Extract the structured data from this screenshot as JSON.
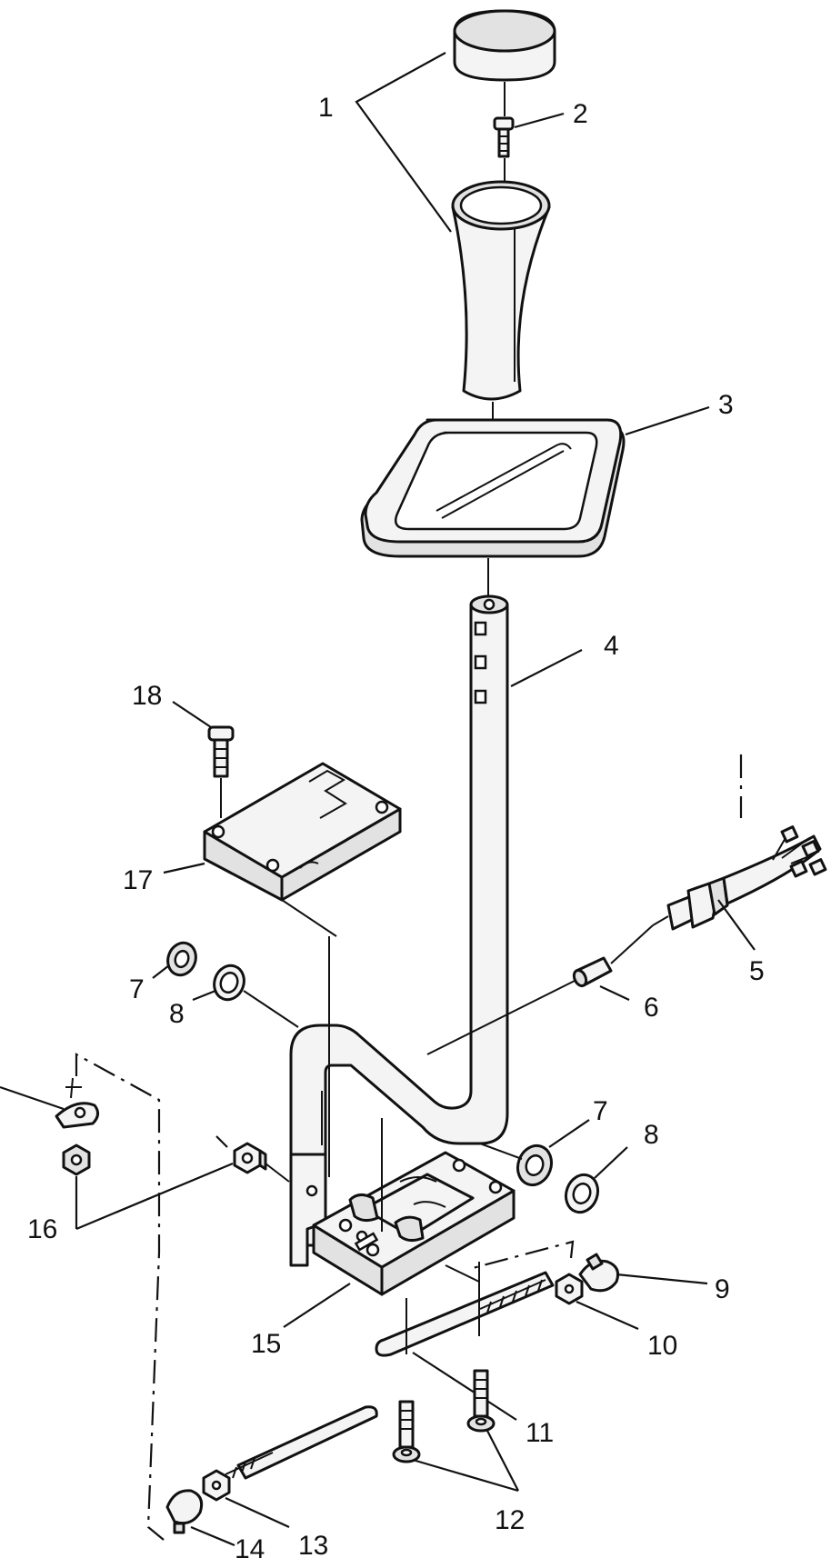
{
  "callouts": {
    "c1": "1",
    "c2": "2",
    "c3": "3",
    "c4": "4",
    "c5": "5",
    "c6": "6",
    "c7a": "7",
    "c7b": "7",
    "c8a": "8",
    "c8b": "8",
    "c9": "9",
    "c10": "10",
    "c11": "11",
    "c12": "12",
    "c13": "13",
    "c14": "14",
    "c15": "15",
    "c16": "16",
    "c17": "17",
    "c18": "18"
  }
}
